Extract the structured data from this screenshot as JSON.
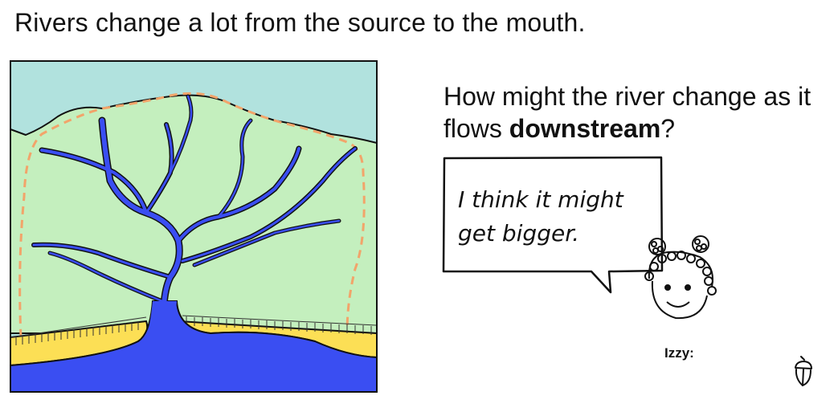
{
  "header": {
    "title": "Rivers change a lot from the source to the mouth."
  },
  "question": {
    "before": "How might the river change as it flows ",
    "bold": "downstream",
    "after": "?"
  },
  "speech": {
    "line1": "I think it might",
    "line2": "get bigger."
  },
  "speaker": {
    "name": "Izzy:"
  },
  "colors": {
    "sky": "#b1e2de",
    "land": "#c4efbe",
    "river": "#3a4ef2",
    "sand": "#fcdf55",
    "watershed": "#f2a46a"
  },
  "icons": {
    "logo": "acorn-icon"
  }
}
